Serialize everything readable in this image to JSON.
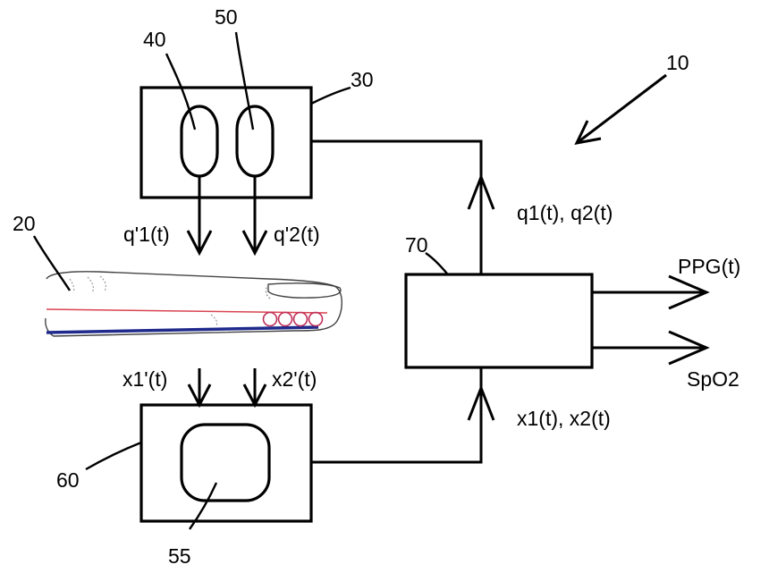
{
  "labels": {
    "system": "10",
    "finger": "20",
    "emitter_unit": "30",
    "emitter_1": "40",
    "emitter_2": "50",
    "detector_element": "55",
    "detector_unit": "60",
    "processor": "70"
  },
  "signals": {
    "emitted_1": "q'1(t)",
    "emitted_2": "q'2(t)",
    "detected_1": "x1'(t)",
    "detected_2": "x2'(t)",
    "drive": "q1(t), q2(t)",
    "measured": "x1(t), x2(t)",
    "output_ppg": "PPG(t)",
    "output_spo2": "SpO2"
  },
  "colors": {
    "line": "#000000",
    "vessel_thin": "#d9434f",
    "vessel_thick": "#1f2a8c",
    "cells": "#c0305a",
    "skin_detail": "#888888"
  }
}
